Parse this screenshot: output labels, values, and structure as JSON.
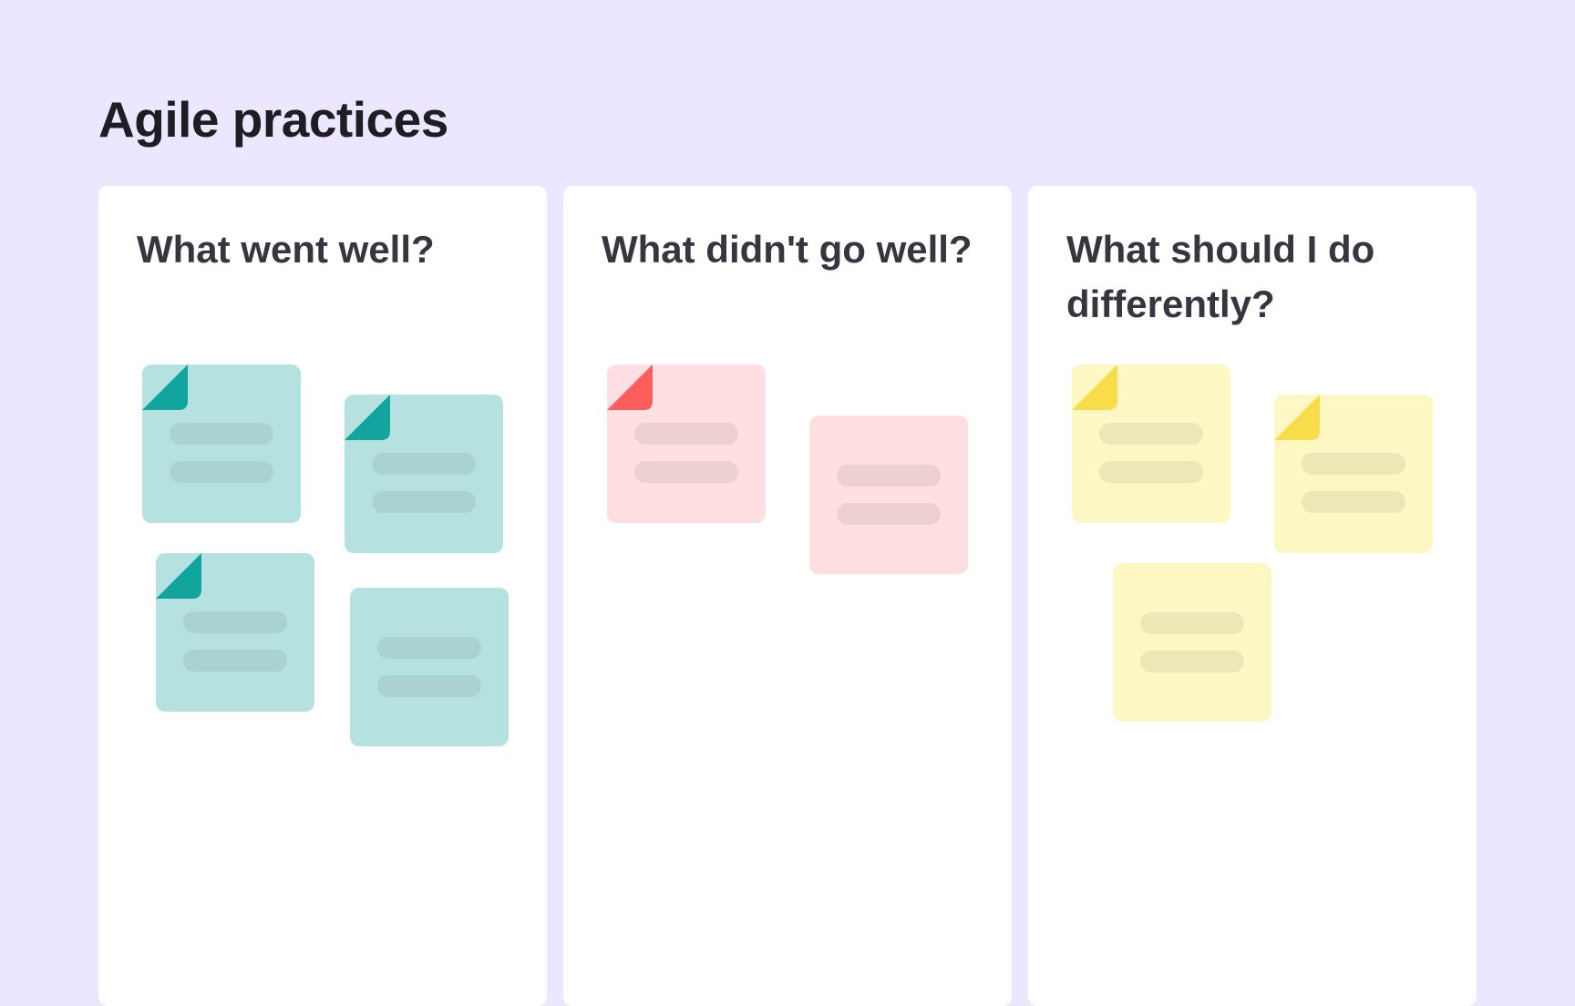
{
  "board": {
    "title": "Agile practices"
  },
  "columns": [
    {
      "title": "What went well?",
      "note_color": "teal",
      "accent": "#11A59E",
      "note_count": 4
    },
    {
      "title": "What didn't go well?",
      "note_color": "red",
      "accent": "#FB5C5C",
      "note_count": 2
    },
    {
      "title": "What should I do differently?",
      "note_color": "yellow",
      "accent": "#F9DC4A",
      "note_count": 3
    }
  ],
  "colors": {
    "background": "#ECE7FE",
    "teal_note": "#B5E2E0",
    "red_note": "#FFDFE1",
    "yellow_note": "#FDF8C3"
  }
}
